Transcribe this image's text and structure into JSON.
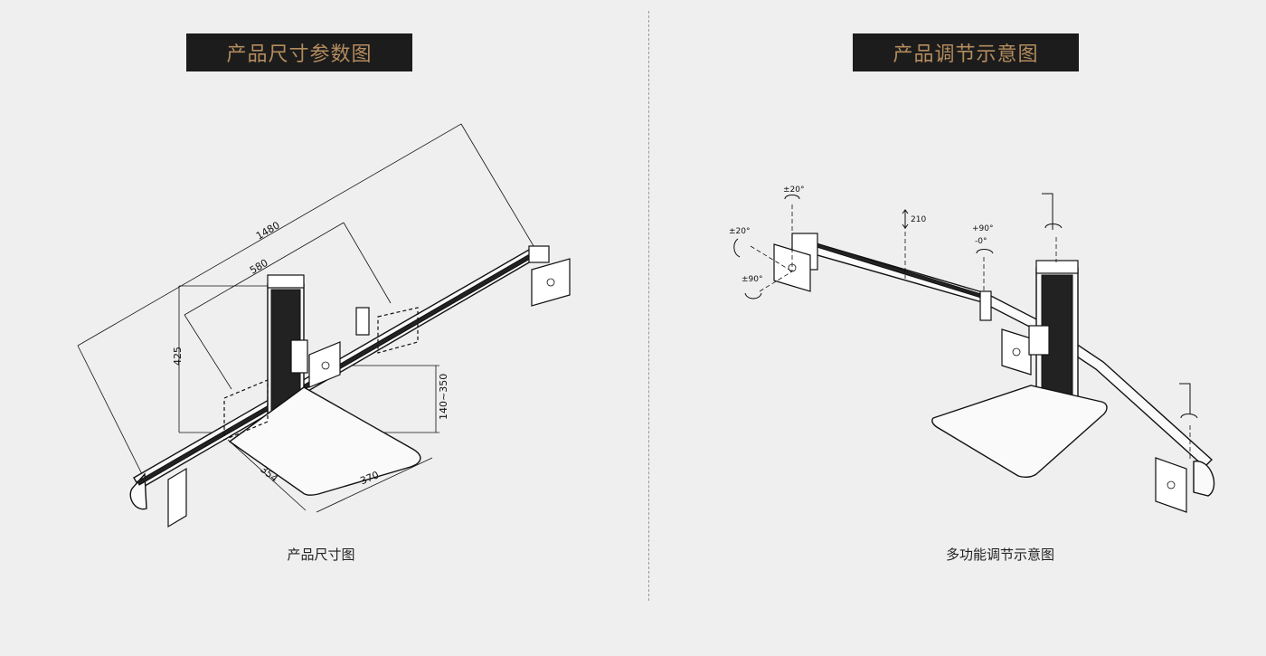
{
  "left": {
    "header": "产品尺寸参数图",
    "caption": "产品尺寸图",
    "dimensions": {
      "total_span": "1480",
      "arm_span": "580",
      "pole_height": "425",
      "plate_adjust": "140~350",
      "base_depth": "354",
      "base_width": "370"
    }
  },
  "right": {
    "header": "产品调节示意图",
    "caption": "多功能调节示意图",
    "annotations": {
      "tilt_top": "±20°",
      "tilt_side": "±20°",
      "rotate": "±90°",
      "height": "210",
      "swivel_a": "+90°",
      "swivel_b": "-0°"
    }
  }
}
